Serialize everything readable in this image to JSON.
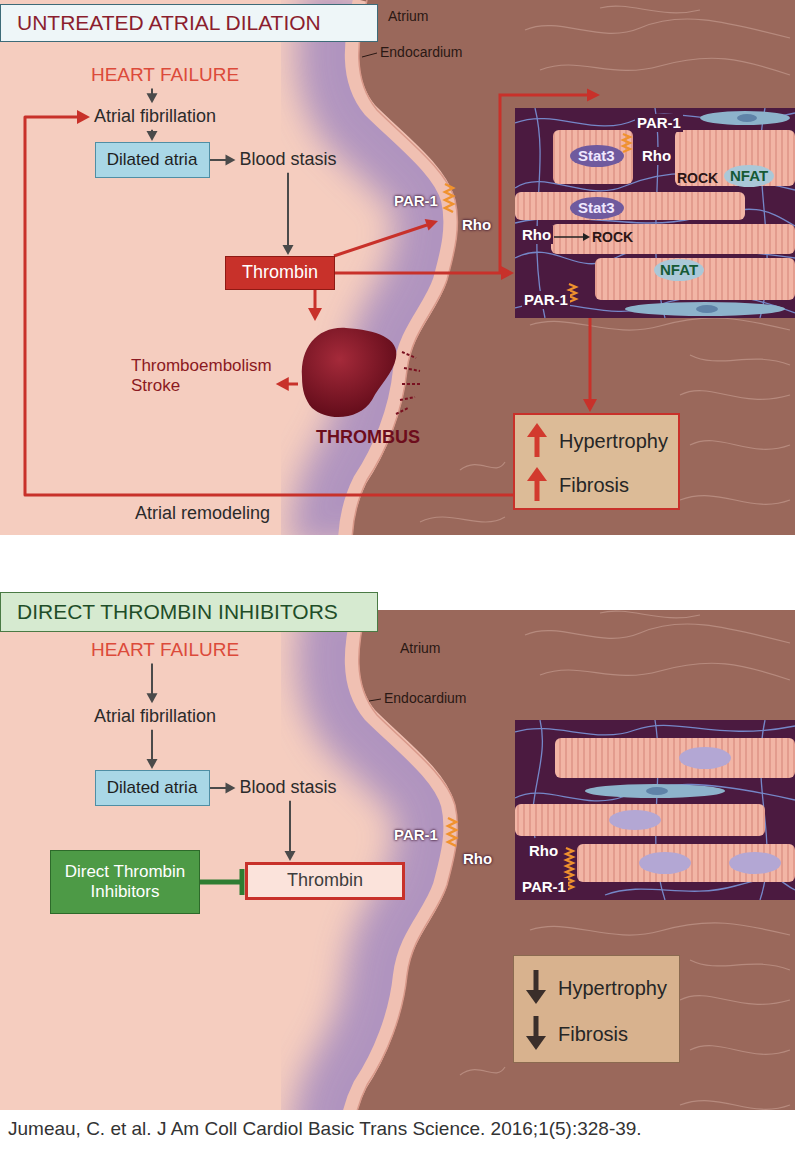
{
  "diagram": {
    "caption": "Jumeau, C. et al. J Am Coll Cardiol Basic Trans Science. 2016;1(5):328-39.",
    "nodes": [
      {
        "text": [
          "UNTREATED ATRIAL DILATION"
        ]
      },
      {
        "text": [
          "HEART FAILURE"
        ]
      },
      {
        "text": [
          "Atrial fibrillation"
        ]
      },
      {
        "text": [
          "Dilated atria"
        ]
      },
      {
        "text": [
          "Blood stasis"
        ]
      },
      {
        "text": [
          "PAR-1",
          "Stat3",
          "Rho",
          "ROCK",
          "NFAT",
          "Stat3",
          "Rho",
          "ROCK",
          "NFAT",
          "PAR-1"
        ]
      },
      {
        "text": [
          "Thrombin"
        ]
      },
      {
        "text": [
          "Thromboembolism Stroke"
        ]
      },
      {
        "text": [
          "THROMBUS"
        ]
      },
      {
        "text": [
          "Hypertrophy",
          "Fibrosis"
        ]
      },
      {
        "text": [
          "DIRECT THROMBIN INHIBITORS"
        ]
      },
      {
        "text": [
          "HEART FAILURE"
        ]
      },
      {
        "text": [
          "Atrial fibrillation"
        ]
      },
      {
        "text": [
          "Rho",
          "PAR-1"
        ]
      },
      {
        "text": [
          "Dilated atria"
        ]
      },
      {
        "text": [
          "Blood stasis"
        ]
      },
      {
        "text": [
          "Direct Thrombin Inhibitors"
        ]
      },
      {
        "text": [
          "Thrombin"
        ]
      },
      {
        "text": [
          "Hypertrophy",
          "Fibrosis"
        ]
      }
    ],
    "edges": [
      {
        "from": 1,
        "to": 2,
        "arrow": "to"
      },
      {
        "from": 2,
        "to": 3,
        "arrow": "to"
      },
      {
        "from": 3,
        "to": 4,
        "arrow": "to"
      },
      {
        "from": 4,
        "to": 6,
        "arrow": "to"
      },
      {
        "from": 6,
        "to": 5,
        "arrow": "to"
      },
      {
        "from": 6,
        "to": 8,
        "arrow": "to"
      },
      {
        "from": 8,
        "to": 7,
        "arrow": "to"
      },
      {
        "from": 5,
        "to": 9,
        "arrow": "to"
      },
      {
        "from": 9,
        "to": 2,
        "label": "Atrial remodeling",
        "arrow": "to"
      },
      {
        "from": 11,
        "to": 12,
        "arrow": "to"
      },
      {
        "from": 12,
        "to": 14,
        "arrow": "to"
      },
      {
        "from": 14,
        "to": 15,
        "arrow": "to"
      },
      {
        "from": 15,
        "to": 17,
        "arrow": "to"
      },
      {
        "from": 16,
        "to": 17,
        "arrow": "to"
      }
    ],
    "labels": [
      "Atrium",
      "Endocardium",
      "PAR-1",
      "Rho",
      "Atrium",
      "Endocardium",
      "PAR-1",
      "Rho"
    ]
  }
}
